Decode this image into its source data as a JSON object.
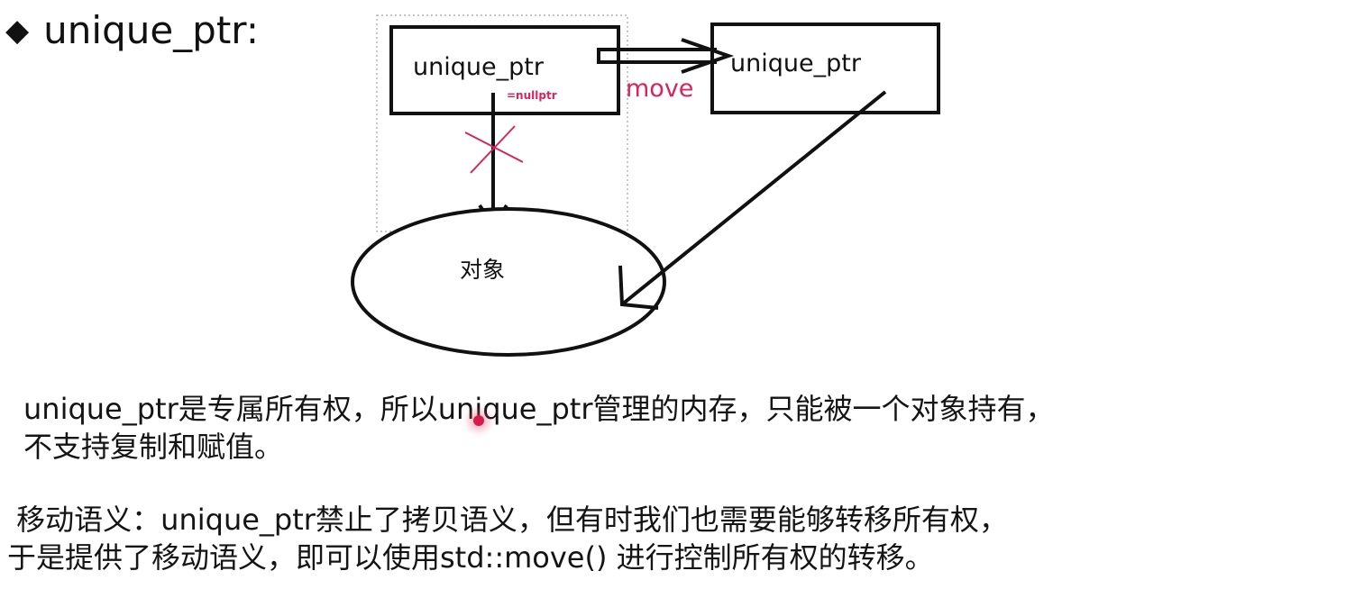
{
  "heading": {
    "bullet": "◆",
    "title": "unique_ptr:"
  },
  "diagram": {
    "left_box_label": "unique_ptr",
    "right_box_label": "unique_ptr",
    "nullptr_note": "=nullptr",
    "move_label": "move",
    "object_label": "对象",
    "colors": {
      "line": "#111111",
      "accent": "#d8245a",
      "dashed_frame": "#9aa3ad"
    }
  },
  "text": {
    "para1_line1": "unique_ptr是专属所有权，所以unique_ptr管理的内存，只能被一个对象持有，",
    "para1_line2": "不支持复制和赋值。",
    "para2_line1": " 移动语义：unique_ptr禁止了拷贝语义，但有时我们也需要能够转移所有权，",
    "para2_line2": "于是提供了移动语义，即可以使用std::move() 进行控制所有权的转移。"
  }
}
